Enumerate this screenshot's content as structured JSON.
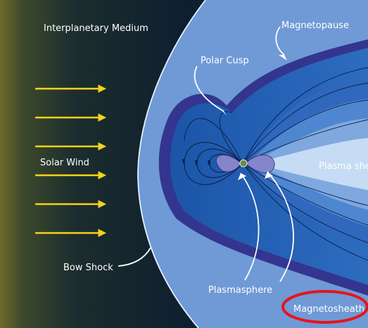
{
  "labels": {
    "interplanetary_medium": "Interplanetary Medium",
    "magnetopause": "Magnetopause",
    "polar_cusp": "Polar Cusp",
    "solar_wind": "Solar Wind",
    "plasma_sheet": "Plasma she",
    "bow_shock": "Bow Shock",
    "plasmasphere": "Plasmasphere",
    "magnetosheath": "Magnetosheath"
  },
  "solar_wind_arrow_count": 6,
  "highlight": {
    "target": "Magnetosheath",
    "shape": "ellipse",
    "color": "#e8141c"
  },
  "colors": {
    "sun_edge": "#7a7a2a",
    "space": "#0d1e30",
    "magnetosheath": "#6f9ad6",
    "magnetopause_band": "#34358f",
    "field_deep": "#1c4fa0",
    "field_light": "#c6dcf4",
    "plasmasphere": "#7c7cc6",
    "arrow_yellow": "#f5d21a"
  }
}
